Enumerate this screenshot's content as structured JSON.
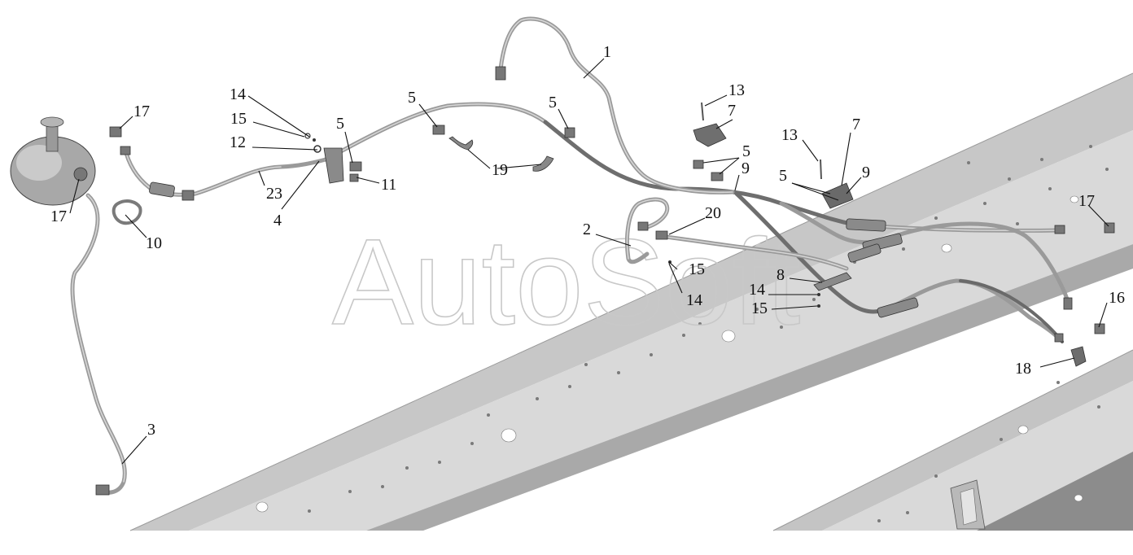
{
  "watermark": "AutoSoft",
  "callouts": [
    {
      "id": "c1",
      "text": "1"
    },
    {
      "id": "c2",
      "text": "2"
    },
    {
      "id": "c3",
      "text": "3"
    },
    {
      "id": "c4",
      "text": "4"
    },
    {
      "id": "c5a",
      "text": "5"
    },
    {
      "id": "c5b",
      "text": "5"
    },
    {
      "id": "c5c",
      "text": "5"
    },
    {
      "id": "c5d",
      "text": "5"
    },
    {
      "id": "c5e",
      "text": "5"
    },
    {
      "id": "c7a",
      "text": "7"
    },
    {
      "id": "c7b",
      "text": "7"
    },
    {
      "id": "c8",
      "text": "8"
    },
    {
      "id": "c9a",
      "text": "9"
    },
    {
      "id": "c9b",
      "text": "9"
    },
    {
      "id": "c10",
      "text": "10"
    },
    {
      "id": "c11",
      "text": "11"
    },
    {
      "id": "c12",
      "text": "12"
    },
    {
      "id": "c13a",
      "text": "13"
    },
    {
      "id": "c13b",
      "text": "13"
    },
    {
      "id": "c14a",
      "text": "14"
    },
    {
      "id": "c14b",
      "text": "14"
    },
    {
      "id": "c14c",
      "text": "14"
    },
    {
      "id": "c15a",
      "text": "15"
    },
    {
      "id": "c15b",
      "text": "15"
    },
    {
      "id": "c15c",
      "text": "15"
    },
    {
      "id": "c16",
      "text": "16"
    },
    {
      "id": "c17a",
      "text": "17"
    },
    {
      "id": "c17b",
      "text": "17"
    },
    {
      "id": "c17c",
      "text": "17"
    },
    {
      "id": "c18",
      "text": "18"
    },
    {
      "id": "c19",
      "text": "19"
    },
    {
      "id": "c20",
      "text": "20"
    },
    {
      "id": "c23",
      "text": "23"
    }
  ]
}
